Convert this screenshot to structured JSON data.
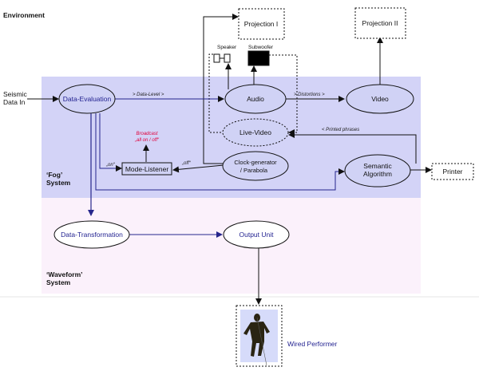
{
  "title": "Environment",
  "regions": {
    "fog_label_1": "‘Fog’",
    "fog_label_2": "System",
    "waveform_label_1": "‘Waveform’",
    "waveform_label_2": "System"
  },
  "nodes": {
    "seismic_in_1": "Seismic",
    "seismic_in_2": "Data In",
    "data_evaluation": "Data-Evaluation",
    "audio": "Audio",
    "video": "Video",
    "live_video": "Live-Video",
    "mode_listener": "Mode-Listener",
    "clock_generator_1": "Clock-generator",
    "clock_generator_2": "/ Parabola",
    "semantic_algorithm_1": "Semantic",
    "semantic_algorithm_2": "Algorithm",
    "printer": "Printer",
    "projection_1": "Projection I",
    "projection_2": "Projection II",
    "speaker": "Speaker",
    "subwoofer": "Subwoofer",
    "data_transformation": "Data-Transformation",
    "output_unit": "Output Unit",
    "wired_performer": "Wired Performer"
  },
  "edge_labels": {
    "data_level": "> Data-Level >",
    "distortions": "> Distortions >",
    "printed_phrases": "< Printed phrases",
    "on": "„on“",
    "off": "„off“",
    "broadcast_1": "Broadcast",
    "broadcast_2": "„all on / off“"
  },
  "colors": {
    "fog_region": "#d3d3f7",
    "waveform_region": "#fbf1fb",
    "node_fill": "#d0d2f5",
    "edge_blue": "#26268c",
    "broadcast_red": "#e0003b"
  }
}
